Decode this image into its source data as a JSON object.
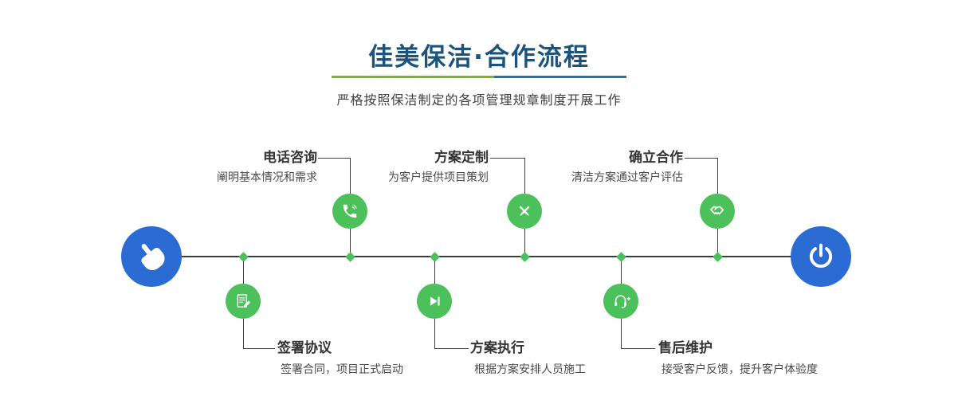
{
  "header": {
    "title": "佳美保洁·合作流程",
    "subtitle": "严格按照保洁制定的各项管理规章制度开展工作"
  },
  "colors": {
    "title_blue": "#1a547c",
    "node_green": "#4cc05a",
    "endpoint_blue": "#2b6bd4",
    "line_dark": "#3c3c3c",
    "underline_green": "#7ab52c",
    "underline_blue": "#2f6e9e"
  },
  "timeline": {
    "start_icon": "pointing-hand-icon",
    "end_icon": "power-icon"
  },
  "steps": {
    "top": [
      {
        "label": "电话咨询",
        "desc": "阐明基本情况和需求",
        "icon": "phone-icon"
      },
      {
        "label": "方案定制",
        "desc": "为客户提供项目策划",
        "icon": "crossed-pencils-icon"
      },
      {
        "label": "确立合作",
        "desc": "清洁方案通过客户评估",
        "icon": "handshake-icon"
      }
    ],
    "bottom": [
      {
        "label": "签署协议",
        "desc": "签署合同，项目正式启动",
        "icon": "contract-icon"
      },
      {
        "label": "方案执行",
        "desc": "根据方案安排人员施工",
        "icon": "play-icon"
      },
      {
        "label": "售后维护",
        "desc": "接受客户反馈，提升客户体验度",
        "icon": "headset-icon"
      }
    ]
  }
}
